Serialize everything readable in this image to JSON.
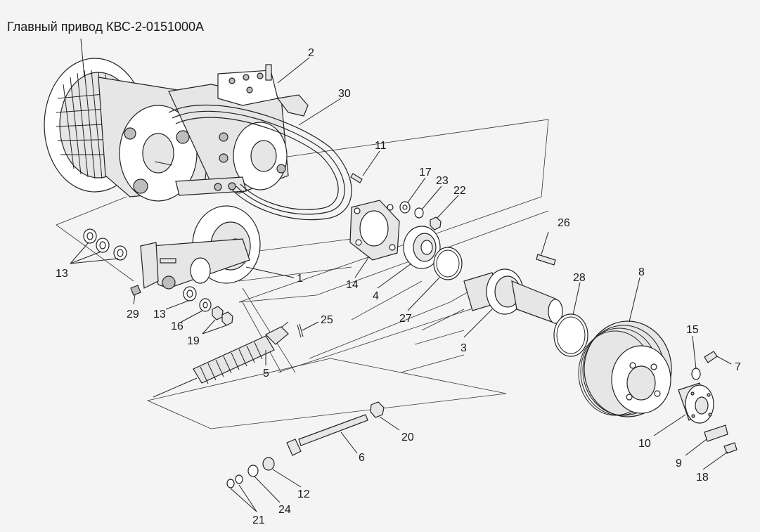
{
  "title": "Главный привод КВС-2-0151000А",
  "callouts": {
    "c1": "1",
    "c2": "2",
    "c3": "3",
    "c4": "4",
    "c5": "5",
    "c6": "6",
    "c7": "7",
    "c8": "8",
    "c9": "9",
    "c10": "10",
    "c11": "11",
    "c12": "12",
    "c13a": "13",
    "c13b": "13",
    "c14": "14",
    "c15": "15",
    "c16": "16",
    "c17": "17",
    "c18": "18",
    "c19": "19",
    "c20": "20",
    "c21": "21",
    "c22": "22",
    "c23": "23",
    "c24": "24",
    "c25": "25",
    "c26": "26",
    "c27": "27",
    "c28": "28",
    "c29": "29",
    "c30": "30"
  }
}
